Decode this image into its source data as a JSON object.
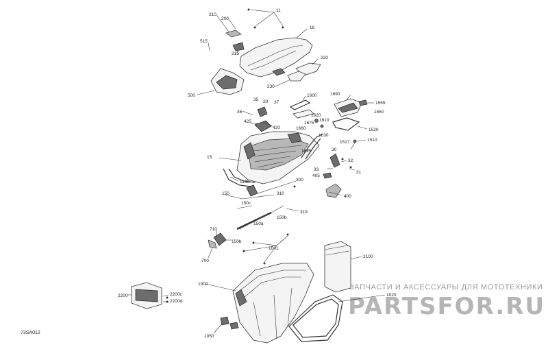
{
  "diagram_code": "73SA012",
  "watermark": {
    "caption": "ЗАПЧАСТИ И АКСЕССУАРЫ ДЛЯ МОТОТЕХНИКИ",
    "brand": "PARTSFOR.RU"
  },
  "callouts": [
    {
      "id": "c11",
      "text": "11"
    },
    {
      "id": "c16",
      "text": "16"
    },
    {
      "id": "c210",
      "text": "210"
    },
    {
      "id": "c200",
      "text": "200"
    },
    {
      "id": "c515",
      "text": "515"
    },
    {
      "id": "c215",
      "text": "215"
    },
    {
      "id": "c220",
      "text": "220"
    },
    {
      "id": "c230",
      "text": "230"
    },
    {
      "id": "c500",
      "text": "500"
    },
    {
      "id": "c36",
      "text": "36"
    },
    {
      "id": "c35",
      "text": "35"
    },
    {
      "id": "c20",
      "text": "20"
    },
    {
      "id": "c37",
      "text": "37"
    },
    {
      "id": "c425",
      "text": "425"
    },
    {
      "id": "c420",
      "text": "420"
    },
    {
      "id": "c1600",
      "text": "1600"
    },
    {
      "id": "c1620",
      "text": "1620"
    },
    {
      "id": "c1675",
      "text": "1675"
    },
    {
      "id": "c1610",
      "text": "1610"
    },
    {
      "id": "c1660",
      "text": "1660"
    },
    {
      "id": "c1630",
      "text": "1630"
    },
    {
      "id": "c1690",
      "text": "1690"
    },
    {
      "id": "c1555",
      "text": "1555"
    },
    {
      "id": "c1550",
      "text": "1550"
    },
    {
      "id": "c1520",
      "text": "1520"
    },
    {
      "id": "c1510",
      "text": "1510"
    },
    {
      "id": "c1517",
      "text": "1517"
    },
    {
      "id": "c1625",
      "text": "1625"
    },
    {
      "id": "c30",
      "text": "30"
    },
    {
      "id": "c32",
      "text": "32"
    },
    {
      "id": "c33",
      "text": "33"
    },
    {
      "id": "c31",
      "text": "31"
    },
    {
      "id": "c405",
      "text": "405"
    },
    {
      "id": "c400",
      "text": "400"
    },
    {
      "id": "c15",
      "text": "15"
    },
    {
      "id": "c1130",
      "text": "1130"
    },
    {
      "id": "c300",
      "text": "300"
    },
    {
      "id": "c150",
      "text": "150"
    },
    {
      "id": "c310",
      "text": "310"
    },
    {
      "id": "c150c",
      "text": "150c"
    },
    {
      "id": "c319",
      "text": "319"
    },
    {
      "id": "c150b_1",
      "text": "150b"
    },
    {
      "id": "c150a",
      "text": "150a"
    },
    {
      "id": "c710",
      "text": "710"
    },
    {
      "id": "c150b_2",
      "text": "150b"
    },
    {
      "id": "c700",
      "text": "700"
    },
    {
      "id": "c1001",
      "text": "1001"
    },
    {
      "id": "c2100",
      "text": "2100"
    },
    {
      "id": "c1000",
      "text": "1000"
    },
    {
      "id": "c1020",
      "text": "1020"
    },
    {
      "id": "c2200",
      "text": "2200"
    },
    {
      "id": "c2200c",
      "text": "2200c"
    },
    {
      "id": "c2200d",
      "text": "2200d"
    },
    {
      "id": "c1050",
      "text": "1050"
    }
  ]
}
